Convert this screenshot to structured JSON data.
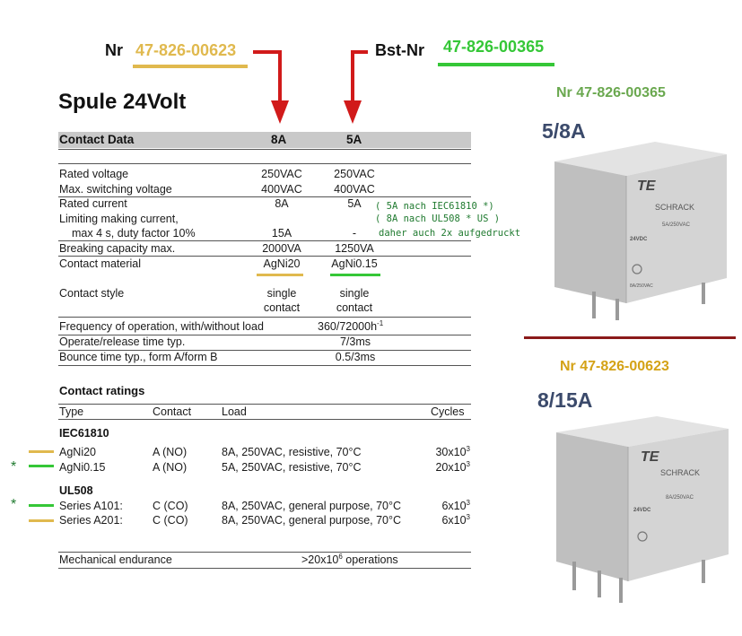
{
  "top_labels": {
    "nr_label": "Nr",
    "nr_value": "47-826-00623",
    "bst_label": "Bst-Nr",
    "bst_value": "47-826-00365"
  },
  "coil_title": "Spule 24Volt",
  "contact_data": {
    "header": {
      "label": "Contact Data",
      "col8": "8A",
      "col5": "5A"
    },
    "rows": [
      {
        "label": "Rated voltage",
        "v8": "250VAC",
        "v5": "250VAC"
      },
      {
        "label": "Max. switching voltage",
        "v8": "400VAC",
        "v5": "400VAC"
      },
      {
        "label": "Rated current",
        "v8": "8A",
        "v5": "5A"
      },
      {
        "label": "Limiting making current,",
        "v8": "",
        "v5": ""
      },
      {
        "label": "max 4 s, duty factor 10%",
        "v8": "15A",
        "v5": "-"
      },
      {
        "label": "Breaking capacity max.",
        "v8": "2000VA",
        "v5": "1250VA"
      },
      {
        "label": "Contact material",
        "v8": "AgNi20",
        "v5": "AgNi0.15"
      },
      {
        "label": "Contact style",
        "v8": "single",
        "v5": "single",
        "v8b": "contact",
        "v5b": "contact"
      }
    ],
    "shared_rows": [
      {
        "label": "Frequency of operation, with/without load",
        "value": "360/72000h",
        "sup": "-1"
      },
      {
        "label": "Operate/release time typ.",
        "value": "7/3ms",
        "sup": ""
      },
      {
        "label": "Bounce time typ., form A/form B",
        "value": "0.5/3ms",
        "sup": ""
      }
    ],
    "notes": [
      "( 5A nach IEC61810 *)",
      "( 8A nach UL508 * US )",
      "daher auch 2x aufgedruckt"
    ]
  },
  "contact_ratings": {
    "title": "Contact ratings",
    "columns": [
      "Type",
      "Contact",
      "Load",
      "Cycles"
    ],
    "groups": [
      {
        "name": "IEC61810",
        "rows": [
          {
            "type": "AgNi20",
            "contact": "A (NO)",
            "load": "8A, 250VAC, resistive, 70°C",
            "cycles": "30x10",
            "exp": "3",
            "marker": "gold",
            "star": ""
          },
          {
            "type": "AgNi0.15",
            "contact": "A (NO)",
            "load": "5A, 250VAC, resistive, 70°C",
            "cycles": "20x10",
            "exp": "3",
            "marker": "green",
            "star": "*"
          }
        ]
      },
      {
        "name": "UL508",
        "rows": [
          {
            "type": "Series A101:",
            "contact": "C (CO)",
            "load": "8A, 250VAC, general purpose, 70°C",
            "cycles": "6x10",
            "exp": "3",
            "marker": "green",
            "star": "*"
          },
          {
            "type": "Series A201:",
            "contact": "C (CO)",
            "load": "8A, 250VAC, general purpose, 70°C",
            "cycles": "6x10",
            "exp": "3",
            "marker": "gold",
            "star": ""
          }
        ]
      }
    ],
    "mechanical": {
      "label": "Mechanical endurance",
      "value": ">20x10",
      "exp": "6",
      "suffix": " operations"
    }
  },
  "relay_top": {
    "caption": "Nr 47-826-00365",
    "rating": "5/8A",
    "brand": "SCHRACK",
    "coil": "24VDC",
    "print": "5A/250VAC",
    "print2": "8A/250VAC"
  },
  "relay_bottom": {
    "caption": "Nr 47-826-00623",
    "rating": "8/15A",
    "brand": "SCHRACK",
    "coil": "24VDC",
    "print": "8A/250VAC"
  },
  "colors": {
    "gold": "#e0b94e",
    "green": "#35c737",
    "red_arrow": "#d11a1a",
    "divider": "#8b1a1a",
    "green_caption": "#6aa84f",
    "gold_caption": "#d4a216",
    "rating_blue": "#3b4a6b"
  }
}
